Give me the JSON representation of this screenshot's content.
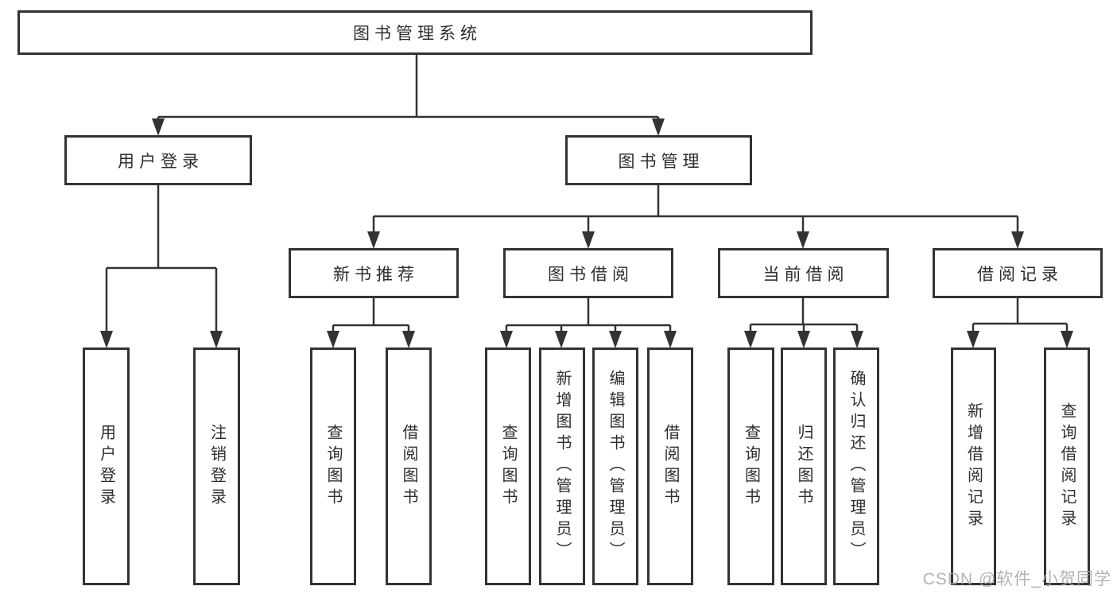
{
  "title": "图书管理系统",
  "watermark": "CSDN @软件_小贺同学",
  "colors": {
    "line": "#333333",
    "box_border": "#333333",
    "text": "#2e2e2e",
    "watermark": "#a8a8a8",
    "background": "#ffffff"
  },
  "tree": {
    "root": "图书管理系统",
    "branches": [
      {
        "label": "用户登录",
        "children": [
          "用户登录",
          "注销登录"
        ]
      },
      {
        "label": "图书管理",
        "children": [
          {
            "label": "新书推荐",
            "children": [
              "查询图书",
              "借阅图书"
            ]
          },
          {
            "label": "图书借阅",
            "children": [
              "查询图书",
              "新增图书（管理员）",
              "编辑图书（管理员）",
              "借阅图书"
            ]
          },
          {
            "label": "当前借阅",
            "children": [
              "查询图书",
              "归还图书",
              "确认归还（管理员）"
            ]
          },
          {
            "label": "借阅记录",
            "children": [
              "新增借阅记录",
              "查询借阅记录"
            ]
          }
        ]
      }
    ]
  }
}
